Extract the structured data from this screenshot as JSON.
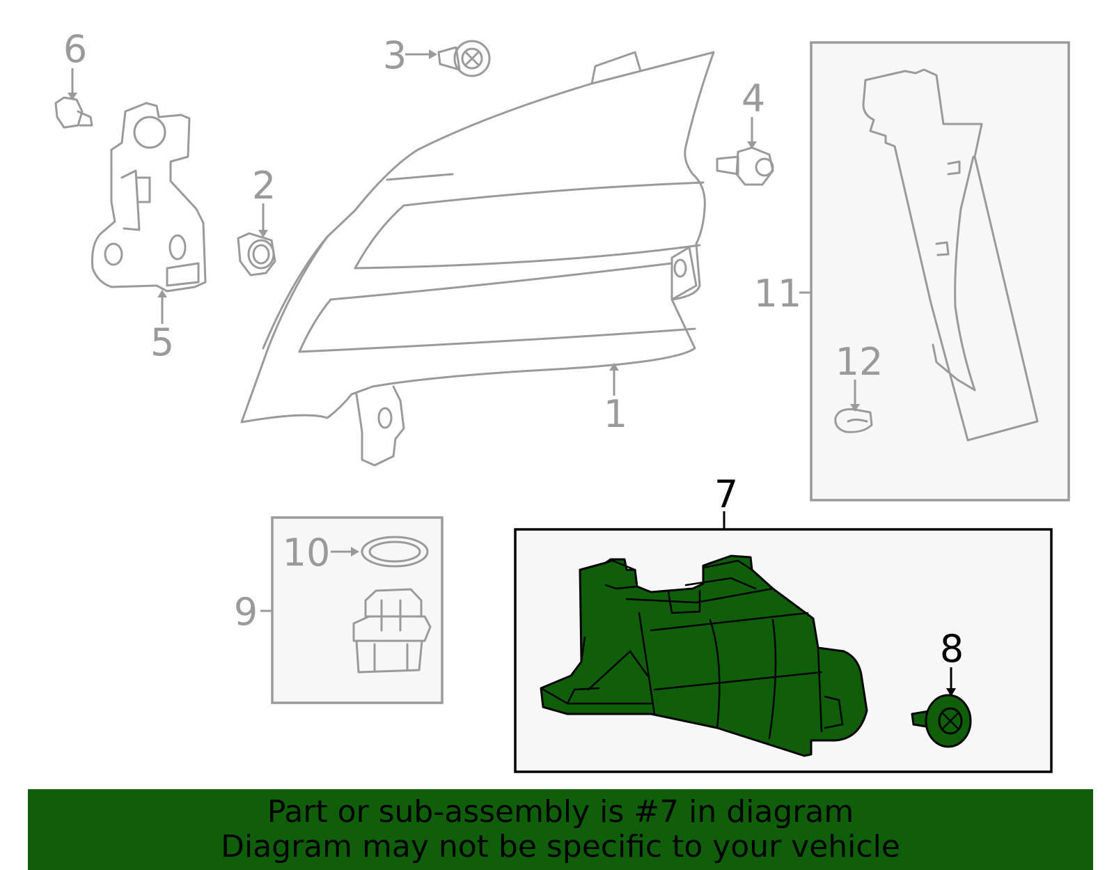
{
  "callouts": {
    "c1": "1",
    "c2": "2",
    "c3": "3",
    "c4": "4",
    "c5": "5",
    "c6": "6",
    "c7": "7",
    "c8": "8",
    "c9": "9",
    "c10": "10",
    "c11": "11",
    "c12": "12"
  },
  "highlighted_part": "7",
  "colors": {
    "highlight": "#0f5e0a",
    "muted": "#9a9a9a",
    "outline": "#000000"
  },
  "banner": {
    "line1": "Part or sub-assembly is #7 in diagram",
    "line2": "Diagram may not be specific to your vehicle"
  }
}
